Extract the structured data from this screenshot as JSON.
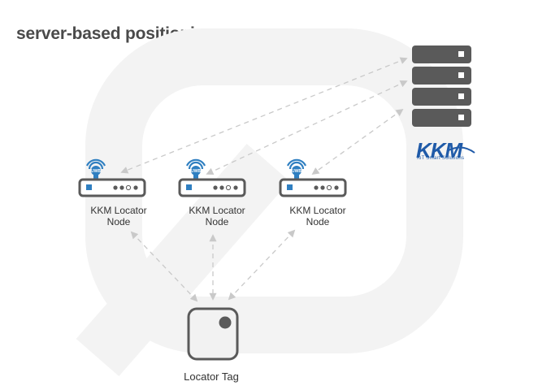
{
  "title": "server-based positioning",
  "nodes": [
    {
      "line1": "KKM Locator",
      "line2": "Node",
      "badge": "UWB"
    },
    {
      "line1": "KKM  Locator",
      "line2": "Node",
      "badge": "UWB"
    },
    {
      "line1": "KKM Locator",
      "line2": "Node",
      "badge": "UWB"
    }
  ],
  "tag": {
    "label": "Locator Tag"
  },
  "logo": {
    "name": "KKM",
    "tagline": "IoT Smart Solutions"
  },
  "colors": {
    "accent": "#1f5aa8",
    "device": "#5a5a5a",
    "wifi": "#2f7fc1",
    "arrow": "#c9c9c9"
  }
}
